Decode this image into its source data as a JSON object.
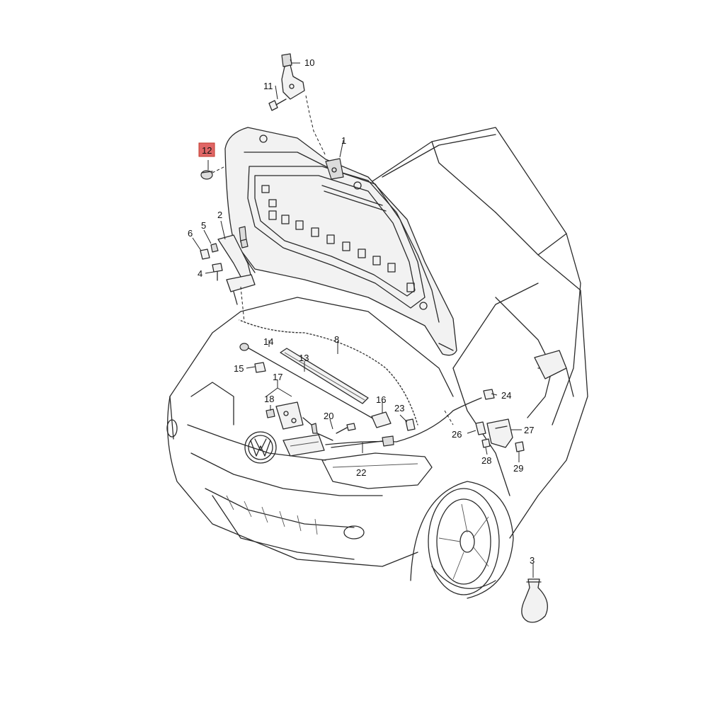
{
  "callouts": {
    "c1": "1",
    "c2": "2",
    "c3": "3",
    "c4": "4",
    "c5": "5",
    "c6": "6",
    "c8": "8",
    "c10": "10",
    "c11": "11",
    "c12": "12",
    "c13": "13",
    "c14": "14",
    "c15": "15",
    "c16": "16",
    "c17": "17",
    "c18": "18",
    "c20": "20",
    "c22": "22",
    "c23": "23",
    "c24": "24",
    "c26": "26",
    "c27": "27",
    "c28": "28",
    "c29": "29"
  },
  "highlighted_callout": "12",
  "highlight_color": "#e06666"
}
